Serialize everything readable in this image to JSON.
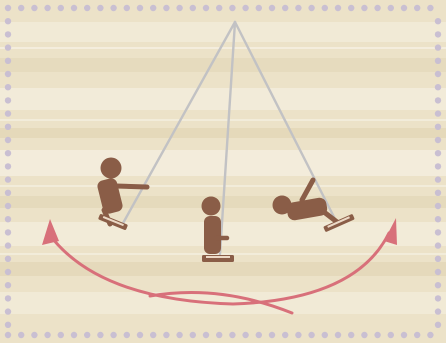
{
  "palette": {
    "paper_base": "#ece2c8",
    "paper_stripe_light": "#f5eedd",
    "paper_stripe_dark": "#e3d6b6",
    "border_dots": "#c9bfd2",
    "rope": "#c2c2c4",
    "figure": "#8a5d47",
    "arrow": "#d8707a"
  },
  "scene": {
    "subject": "swing-pendulum-motion",
    "swing_positions": [
      "left-high",
      "bottom-center",
      "right-high"
    ],
    "motion_arrow": "bidirectional-arc"
  }
}
